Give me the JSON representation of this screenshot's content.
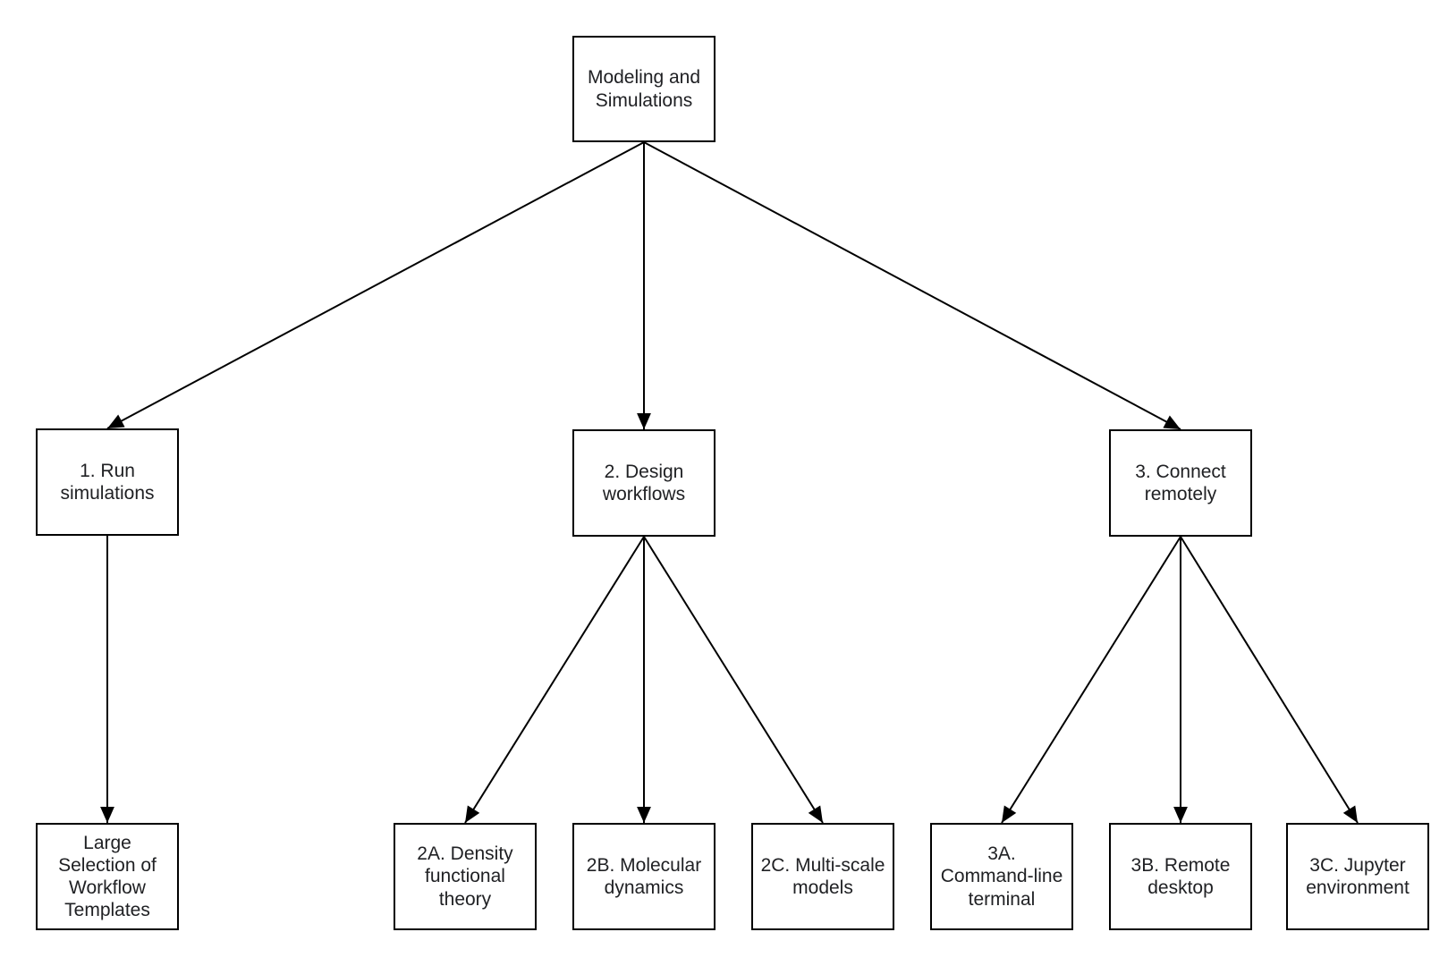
{
  "diagram": {
    "type": "flowchart-tree",
    "nodes": {
      "root": {
        "label": "Modeling and\nSimulations"
      },
      "n1": {
        "label": "1. Run\nsimulations"
      },
      "n2": {
        "label": "2. Design\nworkflows"
      },
      "n3": {
        "label": "3. Connect\nremotely"
      },
      "n1a": {
        "label": "Large\nSelection of\nWorkflow\nTemplates"
      },
      "n2a": {
        "label": "2A. Density\nfunctional\ntheory"
      },
      "n2b": {
        "label": "2B. Molecular\ndynamics"
      },
      "n2c": {
        "label": "2C. Multi-scale\nmodels"
      },
      "n3a": {
        "label": "3A.\nCommand-line\nterminal"
      },
      "n3b": {
        "label": "3B. Remote\ndesktop"
      },
      "n3c": {
        "label": "3C. Jupyter\nenvironment"
      }
    },
    "edges": [
      {
        "from": "root",
        "to": "n1"
      },
      {
        "from": "root",
        "to": "n2"
      },
      {
        "from": "root",
        "to": "n3"
      },
      {
        "from": "n1",
        "to": "n1a"
      },
      {
        "from": "n2",
        "to": "n2a"
      },
      {
        "from": "n2",
        "to": "n2b"
      },
      {
        "from": "n2",
        "to": "n2c"
      },
      {
        "from": "n3",
        "to": "n3a"
      },
      {
        "from": "n3",
        "to": "n3b"
      },
      {
        "from": "n3",
        "to": "n3c"
      }
    ],
    "colors": {
      "background": "#ffffff",
      "box_border": "#000000",
      "connector": "#000000",
      "text": "#202124"
    }
  }
}
